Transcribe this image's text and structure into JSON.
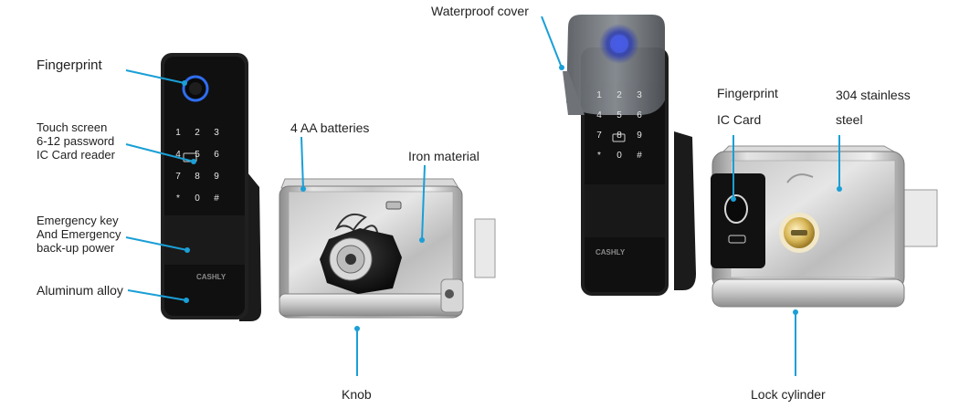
{
  "brand": "CASHLY",
  "accent_color": "#1a9fd6",
  "left_reader": {
    "keypad": [
      "1",
      "2",
      "3",
      "4",
      "5",
      "6",
      "7",
      "8",
      "9",
      "*",
      "0",
      "#"
    ]
  },
  "right_reader": {
    "keypad": [
      "1",
      "2",
      "3",
      "4",
      "5",
      "6",
      "7",
      "8",
      "9",
      "*",
      "0",
      "#"
    ]
  },
  "labels": {
    "fingerprint_left": "Fingerprint",
    "touch_screen": "Touch screen\n6-12 password\nIC Card reader",
    "emergency_key": "Emergency key\nAnd Emergency\nback-up power",
    "aluminum_alloy": "Aluminum alloy",
    "batteries": "4 AA batteries",
    "iron_material": "Iron material",
    "knob": "Knob",
    "waterproof_cover": "Waterproof cover",
    "fingerprint_right": "Fingerprint",
    "ic_card": "IC Card",
    "stainless_line1": "304 stainless",
    "stainless_line2": "steel",
    "lock_cylinder": "Lock cylinder"
  }
}
